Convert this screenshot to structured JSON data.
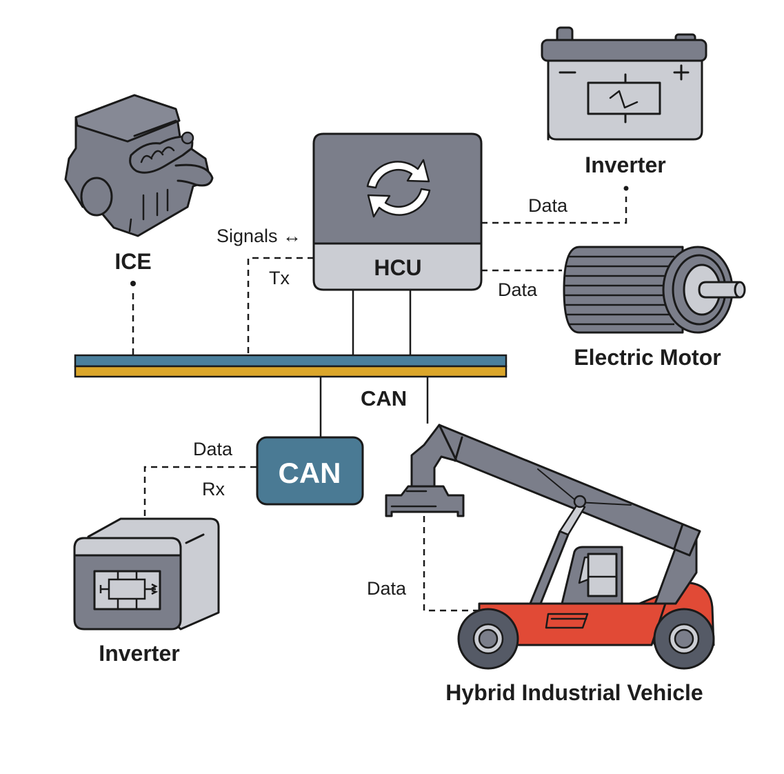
{
  "diagram": {
    "colors": {
      "component_gray": "#7b7e8a",
      "light_gray": "#cbcdd3",
      "bus_blue": "#4a7f9c",
      "bus_yellow": "#dba62a",
      "can_box": "#4a7a94",
      "vehicle_red": "#e14a36",
      "outline": "#1a1a1a"
    },
    "nodes": {
      "ice": {
        "label": "ICE",
        "icon": "engine-icon"
      },
      "hcu": {
        "label": "HCU",
        "icon": "sync-icon"
      },
      "inverter_top": {
        "label": "Inverter",
        "icon": "battery-icon",
        "minus": "−",
        "plus": "+"
      },
      "electric_motor": {
        "label": "Electric Motor",
        "icon": "motor-icon"
      },
      "can_module": {
        "label": "CAN"
      },
      "inverter_bottom": {
        "label": "Inverter",
        "icon": "inverter-box-icon"
      },
      "vehicle": {
        "label": "Hybrid Industrial Vehicle",
        "icon": "reach-stacker-icon"
      }
    },
    "bus": {
      "label": "CAN"
    },
    "edge_labels": {
      "signals": "Signals ↔",
      "tx": "Tx",
      "hcu_inverter_data": "Data",
      "hcu_motor_data": "Data",
      "can_inverter_data": "Data",
      "rx": "Rx",
      "vehicle_data": "Data"
    }
  }
}
